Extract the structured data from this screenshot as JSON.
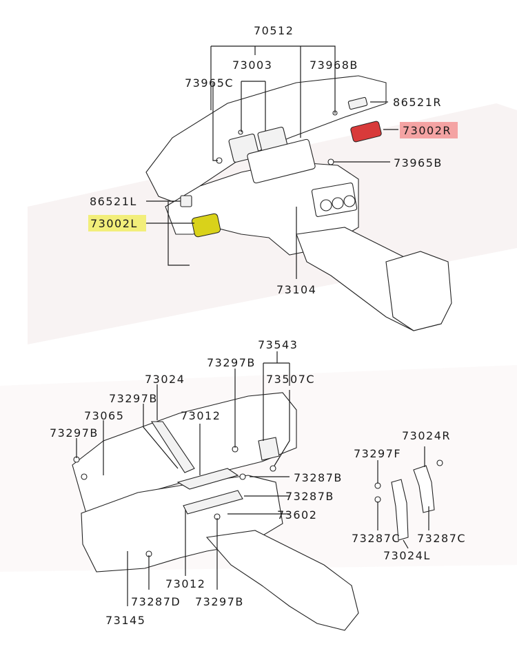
{
  "highlight_colors": {
    "yellow": "#f2ee7a",
    "red": "#f4a3a3",
    "yellow_part": "#d9d21a",
    "red_part": "#d83a3a"
  },
  "labels": {
    "top": {
      "p70512": "70512",
      "p73003": "73003",
      "p73968B": "73968B",
      "p73965C": "73965C",
      "p86521R": "86521R",
      "p73002R": "73002R",
      "p73965B": "73965B",
      "p86521L": "86521L",
      "p73002L": "73002L",
      "p73104": "73104"
    },
    "bottom": {
      "p73543": "73543",
      "p73297B_a": "73297B",
      "p73024": "73024",
      "p73507C": "73507C",
      "p73297B_b": "73297B",
      "p73065": "73065",
      "p73012_a": "73012",
      "p73297B_c": "73297B",
      "p73024R": "73024R",
      "p73297F": "73297F",
      "p73287B_a": "73287B",
      "p73287B_b": "73287B",
      "p73602": "73602",
      "p73287C_a": "73287C",
      "p73287C_b": "73287C",
      "p73024L": "73024L",
      "p73012_b": "73012",
      "p73287D": "73287D",
      "p73297B_d": "73297B",
      "p73145": "73145"
    }
  }
}
